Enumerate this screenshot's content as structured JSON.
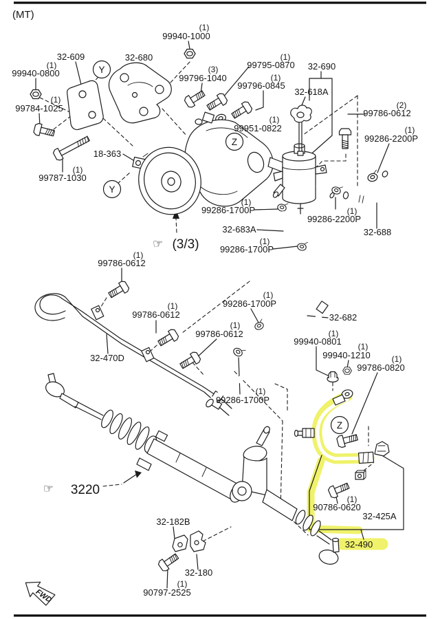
{
  "meta": {
    "transmission_tag": "(MT)",
    "sheet_indicator": "(3/3)"
  },
  "connectors": {
    "y": "Y",
    "z": "Z"
  },
  "icons": {
    "hand_glyph": "☞",
    "fwd_label": "FWD"
  },
  "highlight": {
    "color": "#edf15a",
    "highlighted_part": "32-490"
  },
  "callouts": [
    {
      "part": "99940-1000",
      "qty": "(1)"
    },
    {
      "part": "32-609",
      "qty": ""
    },
    {
      "part": "32-680",
      "qty": ""
    },
    {
      "part": "99940-0800",
      "qty": "(1)"
    },
    {
      "part": "99784-1025",
      "qty": "(1)"
    },
    {
      "part": "99796-1040",
      "qty": "(3)"
    },
    {
      "part": "99795-0870",
      "qty": "(1)"
    },
    {
      "part": "99796-0845",
      "qty": "(1)"
    },
    {
      "part": "99951-0822",
      "qty": "(1)"
    },
    {
      "part": "32-690",
      "qty": ""
    },
    {
      "part": "32-618A",
      "qty": ""
    },
    {
      "part": "99786-0612",
      "qty": "(2)"
    },
    {
      "part": "99286-2200P",
      "qty": "(1)"
    },
    {
      "part": "32-688",
      "qty": ""
    },
    {
      "part": "99286-2200P",
      "qty": "(1)"
    },
    {
      "part": "99286-1700P",
      "qty": "(1)"
    },
    {
      "part": "32-683A",
      "qty": ""
    },
    {
      "part": "99286-1700P",
      "qty": "(1)"
    },
    {
      "part": "99787-1030",
      "qty": "(1)"
    },
    {
      "part": "18-363",
      "qty": ""
    },
    {
      "part": "99786-0612",
      "qty": "(1)"
    },
    {
      "part": "99786-0612",
      "qty": "(1)"
    },
    {
      "part": "99786-0612",
      "qty": "(1)"
    },
    {
      "part": "99286-1700P",
      "qty": "(1)"
    },
    {
      "part": "32-470D",
      "qty": ""
    },
    {
      "part": "99286-1700P",
      "qty": "(1)"
    },
    {
      "part": "32-682",
      "qty": ""
    },
    {
      "part": "99940-0801",
      "qty": "(1)"
    },
    {
      "part": "99940-1210",
      "qty": "(1)"
    },
    {
      "part": "99786-0820",
      "qty": "(1)"
    },
    {
      "part": "90786-0620",
      "qty": "(1)"
    },
    {
      "part": "32-425A",
      "qty": ""
    },
    {
      "part": "32-490",
      "qty": ""
    },
    {
      "part": "32-182B",
      "qty": ""
    },
    {
      "part": "32-180",
      "qty": ""
    },
    {
      "part": "90797-2525",
      "qty": "(1)"
    },
    {
      "part": "3220",
      "qty": ""
    }
  ]
}
